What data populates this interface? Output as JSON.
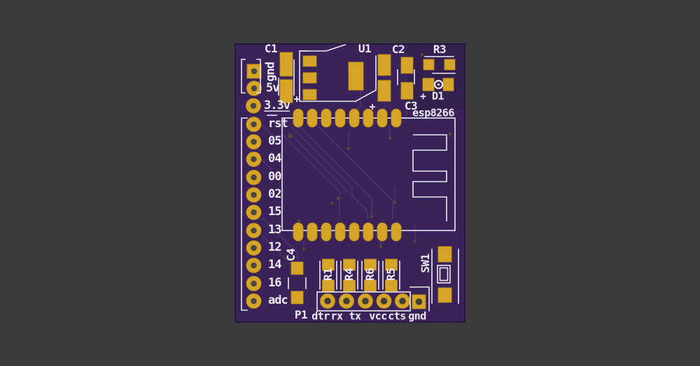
{
  "board": {
    "module_label": "esp8266",
    "polarity": "+",
    "power_pins": [
      "gnd",
      "5v",
      "3.3v"
    ],
    "left_pins": [
      "rst",
      "05",
      "04",
      "00",
      "02",
      "15",
      "13",
      "12",
      "14",
      "16",
      "adc"
    ],
    "serial_pins": [
      "dtr",
      "rx",
      "tx",
      "vcc",
      "cts",
      "gnd"
    ],
    "refs": {
      "c1": "C1",
      "u1": "U1",
      "c2": "C2",
      "c3": "C3",
      "r3": "R3",
      "d1": "+ D1",
      "c4": "C4",
      "r1": "R1",
      "r4": "R4",
      "r6": "R6",
      "r5": "R5",
      "sw1": "SW1",
      "p1": "P1"
    },
    "colors": {
      "background": "#3b3b3b",
      "substrate": "#3A2359",
      "dark_pour": "#34204E",
      "trace": "#4A2F6B",
      "copper": "#D6A528",
      "silkscreen": "#EDEAF4",
      "hole": "#4A4940",
      "via": "#4C4B38"
    }
  }
}
